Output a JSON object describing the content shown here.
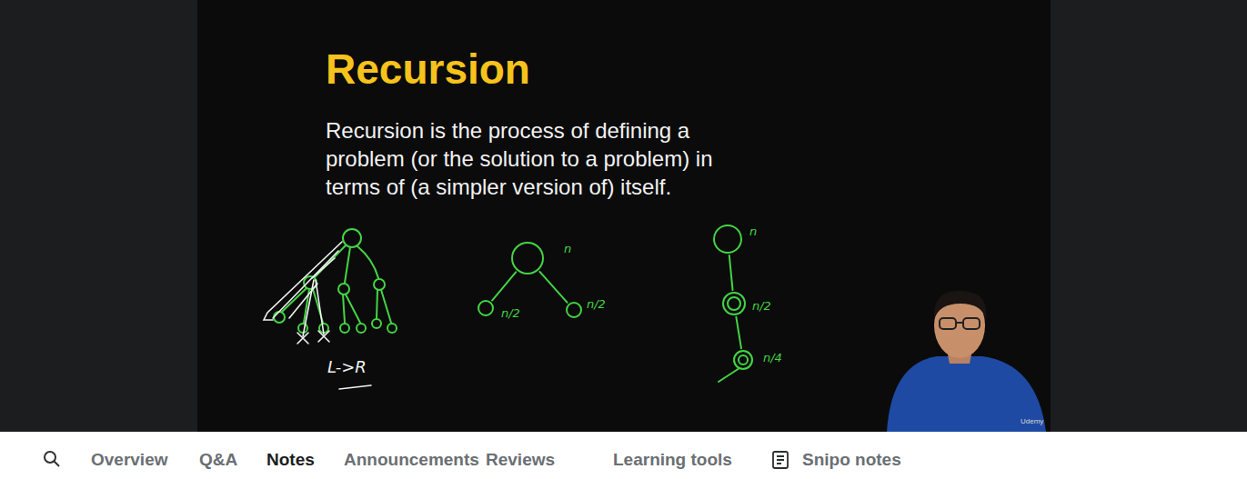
{
  "diagram": {
    "title": "Recursion",
    "nodes": [
      {
        "text": [
          "n"
        ]
      },
      {
        "text": [
          "n/2"
        ]
      },
      {
        "text": [
          "n/2"
        ]
      },
      {
        "text": [
          "n"
        ]
      },
      {
        "text": [
          "n/2"
        ]
      },
      {
        "text": [
          "n/4"
        ]
      }
    ],
    "edges": [
      {
        "from": 0,
        "to": 1,
        "arrow": "none"
      },
      {
        "from": 0,
        "to": 2,
        "arrow": "none"
      },
      {
        "from": 3,
        "to": 4,
        "arrow": "none"
      },
      {
        "from": 4,
        "to": 5,
        "arrow": "none"
      }
    ],
    "labels": [
      "Recursion is the process of defining a problem (or the solution to a problem) in terms of (a simpler version of) itself.",
      "L->R",
      "Overview",
      "Q&A",
      "Notes",
      "Announcements",
      "Reviews",
      "Learning tools",
      "Snipo notes",
      "Udemy"
    ]
  }
}
